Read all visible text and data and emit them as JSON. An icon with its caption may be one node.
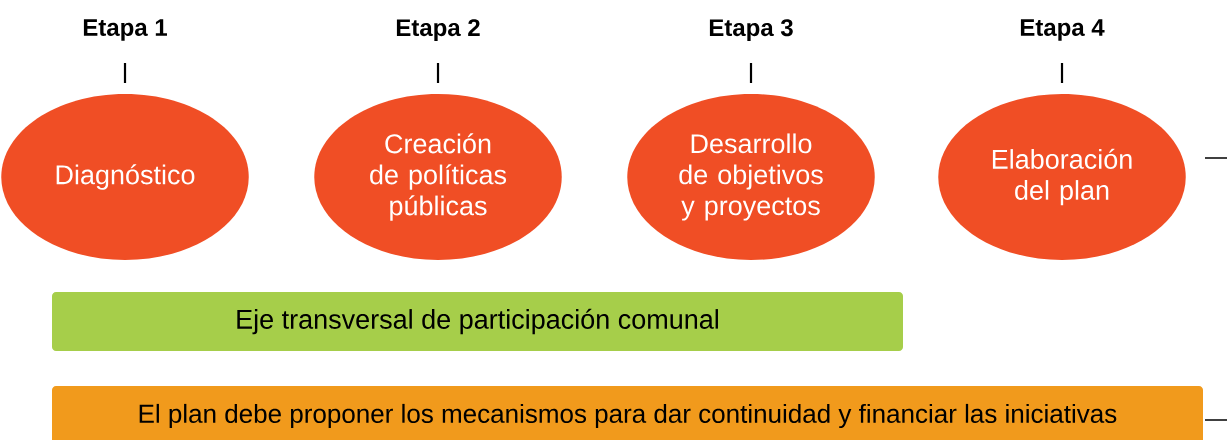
{
  "diagram": {
    "nodes": [
      {
        "text": [
          "Diagnóstico"
        ],
        "beside": [
          "Etapa 1"
        ]
      },
      {
        "text": [
          "Creación de políticas públicas"
        ],
        "beside": [
          "Etapa 2"
        ]
      },
      {
        "text": [
          "Desarrollo de objetivos y proyectos"
        ],
        "beside": [
          "Etapa 3"
        ]
      },
      {
        "text": [
          "Elaboración del plan"
        ],
        "beside": [
          "Etapa 4"
        ]
      },
      {
        "text": [
          "Eje transversal de participación comunal"
        ]
      },
      {
        "text": [
          "El plan debe proponer los mecanismos para dar continuidad y financiar las iniciativas"
        ]
      }
    ],
    "edges": []
  }
}
